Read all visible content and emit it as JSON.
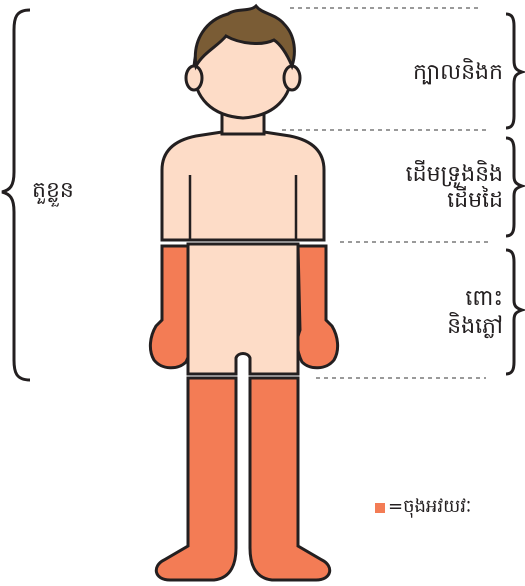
{
  "labels": {
    "whole_body": "តួខ្លួន",
    "head": "ក្បាលនិងក",
    "chest_arms_line1": "ដើមទ្រូងនិង",
    "chest_arms_line2": "ដើមដៃ",
    "belly_legs_line1": "ពោះ",
    "belly_legs_line2": "និងភ្លៅ"
  },
  "legend": {
    "text": "=ចុងអវយវៈ",
    "color": "#f37c55"
  },
  "colors": {
    "skin": "#fddcc7",
    "extremity": "#f37c55",
    "hair": "#7a5c35",
    "outline": "#231f20",
    "guide_line": "#9a9a9a"
  }
}
